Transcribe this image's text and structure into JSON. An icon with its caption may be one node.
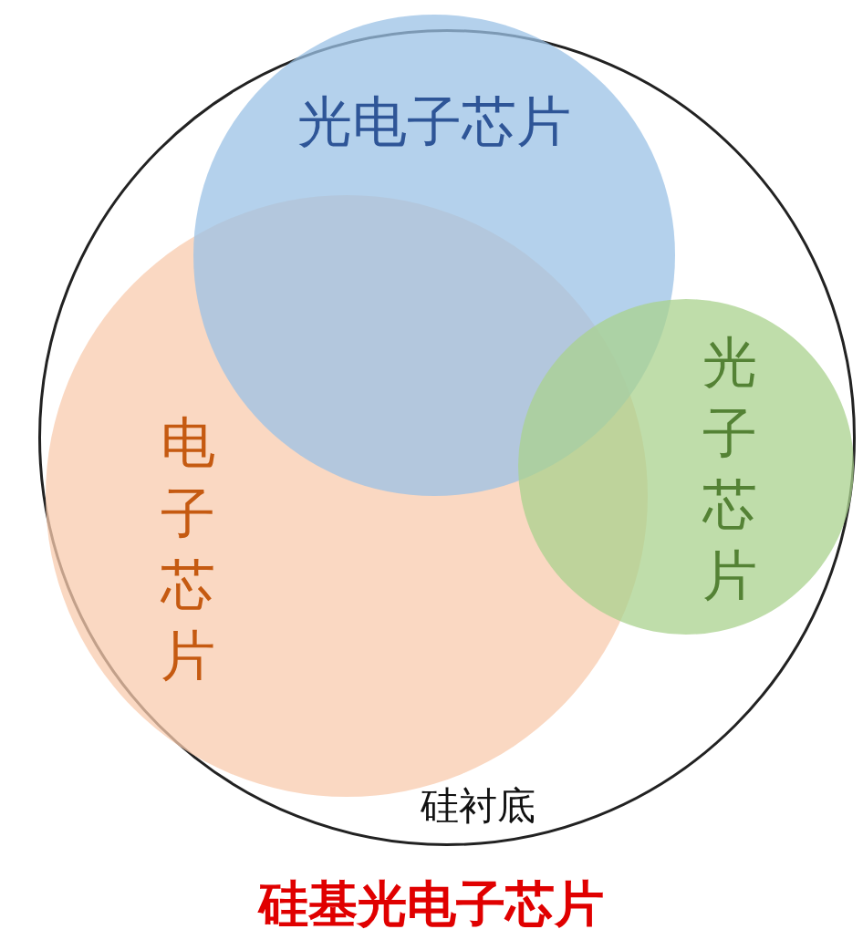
{
  "diagram": {
    "caption": "硅基光电子芯片",
    "nodes": [
      {
        "text": [
          "硅衬底"
        ]
      },
      {
        "text": [
          "光电子芯片"
        ],
        "in": 0
      },
      {
        "text": [
          "电子芯片"
        ],
        "in": 0
      },
      {
        "text": [
          "光子芯片"
        ],
        "in": 0
      }
    ]
  }
}
